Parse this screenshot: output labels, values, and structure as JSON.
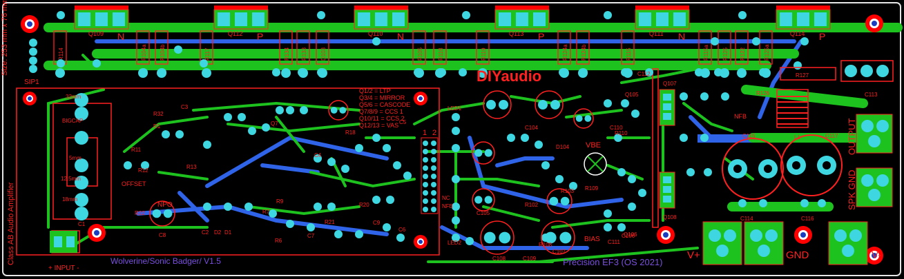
{
  "board": {
    "size_label": "Size: 253 mm x 76 mm",
    "side_label": "Class AB Audio Amplifier",
    "brand": "DIYaudio",
    "credit": "Wolverine/Sonic Badger/ V1.5",
    "product": "Precision EF3 (OS 2021)",
    "input_label": "+ INPUT -",
    "sip": "SIP1",
    "nfb": "NFB",
    "vbe": "VBE",
    "bias": "BIAS",
    "offset": "OFFSET",
    "npo": "NPO",
    "bigcap": "BIGCAP",
    "dims": [
      "32mm",
      "5mm",
      "12.5mm",
      "18mm"
    ],
    "notes": [
      "Q1/2 = LTP",
      "Q3/4 = MIRROR",
      "Q5/6 = CASCODE",
      "Q7/8/9 = CCS 1",
      "Q10/11 = CCS 2",
      "Q12/13 = VAS"
    ],
    "terminals": [
      "V+",
      "GND",
      "V-",
      "OUTPUT",
      "SPK GND"
    ]
  },
  "transistors": [
    {
      "ref": "Q109",
      "type": "N"
    },
    {
      "ref": "Q112",
      "type": "P"
    },
    {
      "ref": "Q110",
      "type": "N"
    },
    {
      "ref": "Q113",
      "type": "P"
    },
    {
      "ref": "Q111",
      "type": "N"
    },
    {
      "ref": "Q114",
      "type": "P"
    }
  ],
  "resistors_top": [
    "R114",
    "R104a",
    "R104b",
    "R117",
    "R134",
    "R133",
    "D103",
    "R105",
    "R118",
    "R119",
    "R124a",
    "R124b",
    "R115",
    "R115a",
    "R125",
    "R122",
    "R125a"
  ],
  "parts_mid": [
    "R127",
    "R126",
    "L1",
    "C113",
    "C115",
    "C117",
    "C114",
    "C116",
    "Q107",
    "Q108",
    "R109",
    "R110",
    "C110",
    "C111",
    "C106",
    "C107",
    "C108",
    "C109",
    "C112",
    "Q105",
    "Q106",
    "D104",
    "R103",
    "C104",
    "C105",
    "LED1",
    "LED2",
    "R108",
    "R102"
  ],
  "parts_left": [
    "R32",
    "R1",
    "C1",
    "C2",
    "C3",
    "C4",
    "C5",
    "C6",
    "C7",
    "C8",
    "C9",
    "Q7",
    "D2",
    "D1",
    "R6",
    "R7",
    "R9",
    "R11",
    "R12",
    "R13",
    "R18",
    "R20",
    "R21",
    "R22"
  ],
  "header_labels": [
    "1",
    "2",
    "NC",
    "NFB"
  ],
  "colors": {
    "background": "#000000",
    "top_copper": "#1ec21e",
    "bottom_copper": "#2f63e8",
    "silk": "#ff2020",
    "pad": "#3ed6e0",
    "outline": "#e6e6e6",
    "mounting": "#ff0000"
  }
}
